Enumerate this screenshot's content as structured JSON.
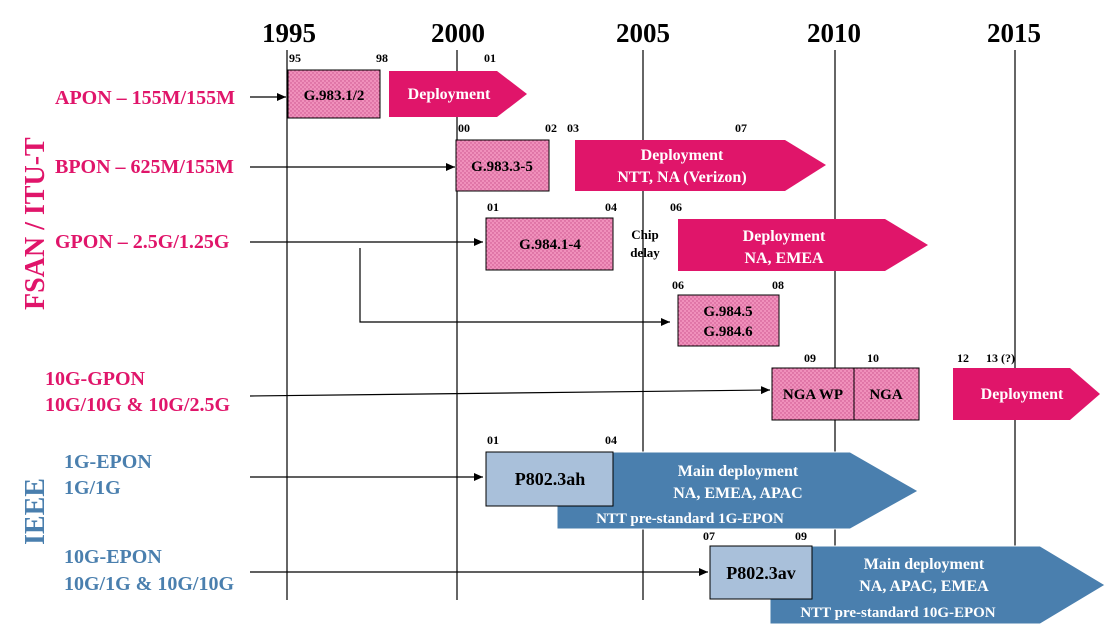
{
  "timeline": {
    "years": [
      "1995",
      "2000",
      "2005",
      "2010",
      "2015"
    ]
  },
  "groups": {
    "fsan": "FSAN / ITU-T",
    "ieee": "IEEE"
  },
  "rows": {
    "apon": {
      "label": "APON – 155M/155M",
      "tick1": "95",
      "tick2": "98",
      "tick3": "01",
      "std": "G.983.1/2",
      "deploy": "Deployment"
    },
    "bpon": {
      "label": "BPON – 625M/155M",
      "tick1": "00",
      "tick2": "02",
      "tick3": "03",
      "tick4": "07",
      "std": "G.983.3-5",
      "deploy1": "Deployment",
      "deploy2": "NTT, NA (Verizon)"
    },
    "gpon": {
      "label": "GPON – 2.5G/1.25G",
      "tick1": "01",
      "tick2": "04",
      "tick3": "06",
      "std": "G.984.1-4",
      "note1": "Chip",
      "note2": "delay",
      "deploy1": "Deployment",
      "deploy2": "NA,  EMEA"
    },
    "gpon_ext": {
      "tick1": "06",
      "tick2": "08",
      "std1": "G.984.5",
      "std2": "G.984.6"
    },
    "xgpon": {
      "label1": "10G-GPON",
      "label2": "10G/10G & 10G/2.5G",
      "tick1": "09",
      "tick2": "10",
      "tick3": "12",
      "tick4": "13 (?)",
      "std1": "NGA WP",
      "std2": "NGA",
      "deploy": "Deployment"
    },
    "epon": {
      "label1": "1G-EPON",
      "label2": "1G/1G",
      "tick1": "01",
      "tick2": "04",
      "std": "P802.3ah",
      "deploy1": "Main deployment",
      "deploy2": "NA, EMEA, APAC",
      "pre": "NTT pre-standard 1G-EPON"
    },
    "xepon": {
      "label1": "10G-EPON",
      "label2": "10G/1G & 10G/10G",
      "tick1": "07",
      "tick2": "09",
      "std": "P802.3av",
      "deploy1": "Main deployment",
      "deploy2": "NA, APAC, EMEA",
      "pre": "NTT pre-standard 10G-EPON"
    }
  },
  "colors": {
    "fsan": "#e0156a",
    "pink_box": "#f090bb",
    "ieee": "#4a7fae",
    "ieee_box": "#a9c0da"
  }
}
